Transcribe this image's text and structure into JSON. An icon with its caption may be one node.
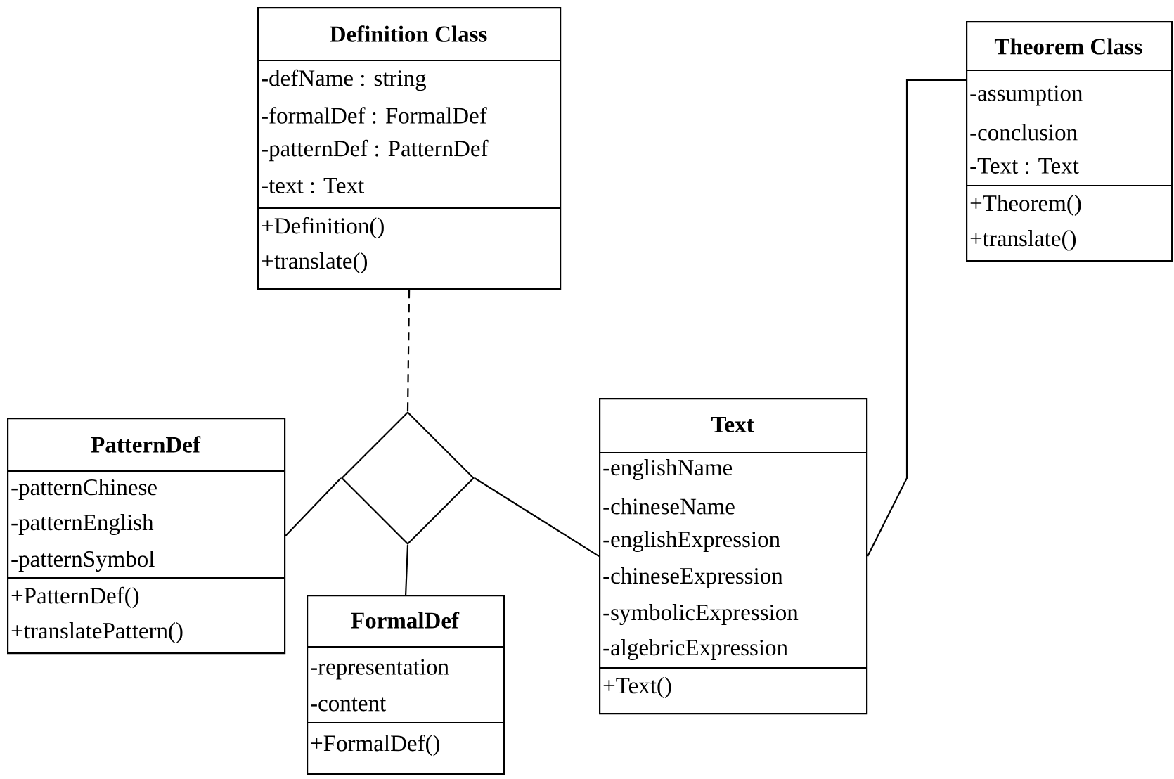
{
  "diagram": {
    "nodes": [
      {
        "text": [
          "Definition Class",
          "-defName : string",
          "-formalDef : FormalDef",
          "-patternDef : PatternDef",
          "-text : Text",
          "+Definition()",
          "+translate()"
        ]
      },
      {
        "text": [
          "Theorem Class",
          "-assumption",
          "-conclusion",
          "-Text : Text",
          "+Theorem()",
          "+translate()"
        ]
      },
      {
        "text": [
          "PatternDef",
          "-patternChinese",
          "-patternEnglish",
          "-patternSymbol",
          "+PatternDef()",
          "+translatePattern()"
        ]
      },
      {
        "text": [],
        "shape": "diamond"
      },
      {
        "text": [
          "Text",
          "-englishName",
          "-chineseName",
          "-englishExpression",
          "-chineseExpression",
          "-symbolicExpression",
          "-algebricExpression",
          "+Text()"
        ]
      },
      {
        "text": [
          "FormalDef",
          "-representation",
          "-content",
          "+FormalDef()"
        ]
      }
    ],
    "edges": [
      {
        "from": 0,
        "to": 3,
        "arrow": "none",
        "style": "dashed"
      },
      {
        "from": 2,
        "to": 3,
        "arrow": "none"
      },
      {
        "from": 3,
        "to": 4,
        "arrow": "none"
      },
      {
        "from": 5,
        "to": 3,
        "arrow": "none"
      },
      {
        "from": 4,
        "to": 1,
        "arrow": "none"
      }
    ]
  }
}
